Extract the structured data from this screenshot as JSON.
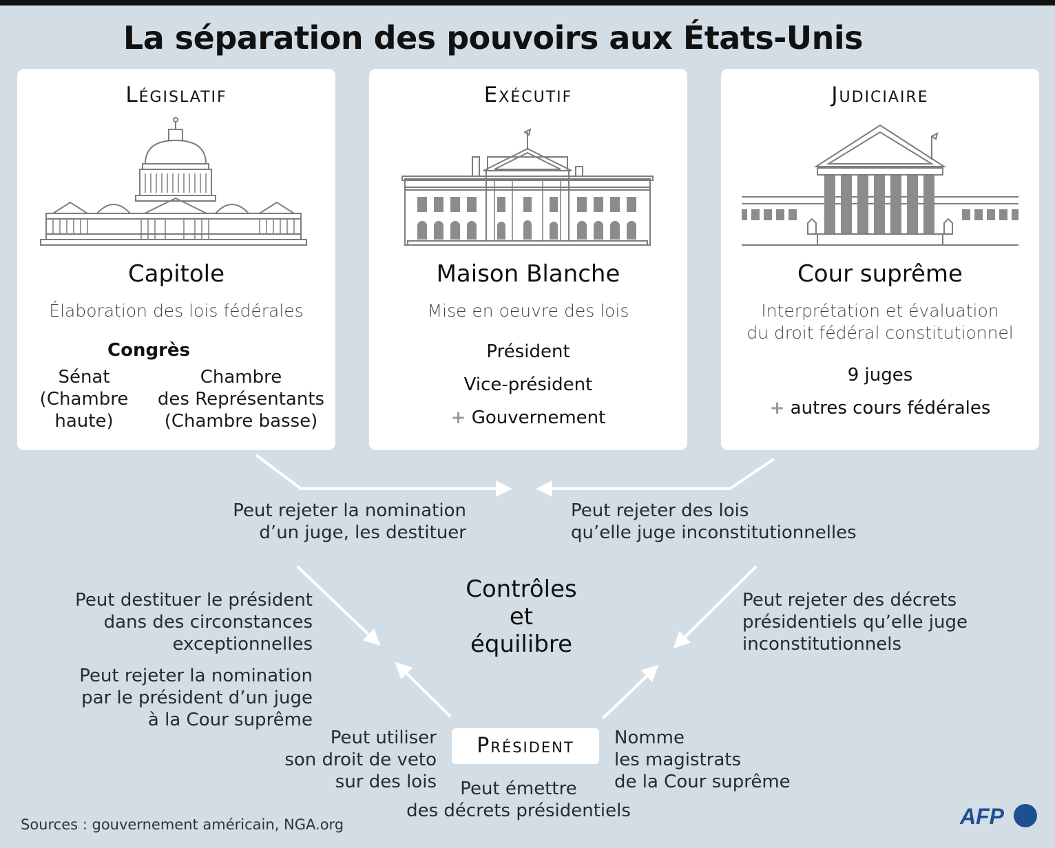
{
  "title": "La séparation des pouvoirs aux États-Unis",
  "legislative": {
    "heading": "Législatif",
    "icon": "capitol-building-icon",
    "name": "Capitole",
    "description": "Élaboration des lois fédérales",
    "body_title": "Congrès",
    "senate": [
      "Sénat",
      "(Chambre",
      "haute)"
    ],
    "house": [
      "Chambre",
      "des Représentants",
      "(Chambre basse)"
    ]
  },
  "executive": {
    "heading": "Exécutif",
    "icon": "white-house-icon",
    "name": "Maison Blanche",
    "description": "Mise en oeuvre des lois",
    "members": [
      "Président",
      "Vice-président"
    ],
    "extra": "Gouvernement"
  },
  "judicial": {
    "heading": "Judiciaire",
    "icon": "supreme-court-building-icon",
    "name": "Cour suprême",
    "description": [
      "Interprétation et évaluation",
      "du droit fédéral constitutionnel"
    ],
    "members": "9 juges",
    "extra": "autres cours fédérales"
  },
  "relations": {
    "leg_to_jud": [
      "Peut rejeter la nomination",
      "d’un juge, les destituer"
    ],
    "jud_to_leg": [
      "Peut rejeter des lois",
      "qu’elle juge inconstitutionnelles"
    ],
    "leg_to_pres": [
      "Peut destituer le président",
      "dans des circonstances",
      "exceptionnelles"
    ],
    "leg_nomination": [
      "Peut rejeter la nomination",
      "par le président d’un juge",
      "à la Cour suprême"
    ],
    "jud_to_pres": [
      "Peut rejeter des décrets",
      "présidentiels qu’elle juge",
      "inconstitutionnels"
    ],
    "pres_veto": [
      "Peut utiliser",
      "son droit de veto",
      "sur des lois"
    ],
    "pres_decrees": [
      "Peut émettre",
      "des décrets présidentiels"
    ],
    "pres_appoints": [
      "Nomme",
      "les magistrats",
      "de la Cour suprême"
    ]
  },
  "center": [
    "Contrôles",
    "et",
    "équilibre"
  ],
  "president_label": "Président",
  "sources": "Sources : gouvernement américain, NGA.org",
  "logo_text": "AFP",
  "colors": {
    "background": "#d3dde5",
    "card": "#ffffff",
    "logo_blue": "#1d4f91",
    "plus_grey": "#999999"
  }
}
